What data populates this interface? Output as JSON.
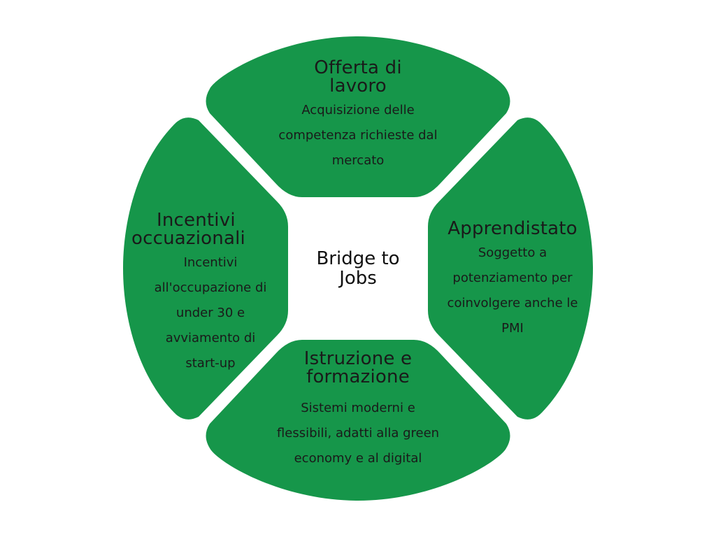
{
  "center": {
    "line1": "Bridge to",
    "line2": "Jobs"
  },
  "segments": {
    "top": {
      "title_line1": "Offerta di",
      "title_line2": "lavoro",
      "desc_line1": "Acquisizione delle",
      "desc_line2": "competenza richieste dal",
      "desc_line3": "mercato"
    },
    "right": {
      "title_line1": "Apprendistato",
      "desc_line1": "Soggetto a",
      "desc_line2": "potenziamento per",
      "desc_line3": "coinvolgere anche le",
      "desc_line4": "PMI"
    },
    "bottom": {
      "title_line1": "Istruzione e",
      "title_line2": "formazione",
      "desc_line1": "Sistemi moderni e",
      "desc_line2": "flessibili, adatti alla green",
      "desc_line3": "economy e al digital"
    },
    "left": {
      "title_line1": "Incentivi",
      "title_line2": "occuazionali",
      "desc_line1": "Incentivi",
      "desc_line2": "all'occupazione di",
      "desc_line3": "under 30 e",
      "desc_line4": "avviamento di",
      "desc_line5": "start-up"
    }
  },
  "colors": {
    "segment_fill": "#16964a",
    "background": "#ffffff",
    "text": "#1a1a1a"
  }
}
